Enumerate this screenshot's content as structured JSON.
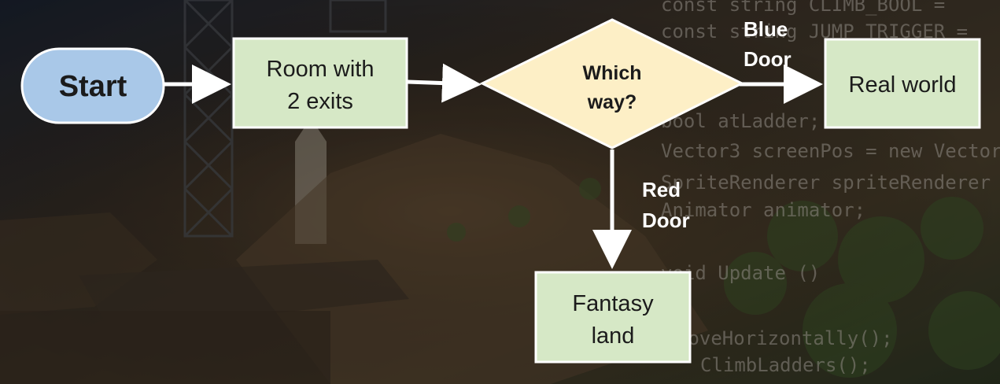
{
  "nodes": {
    "start": {
      "label": "Start",
      "color": "#a9c8e8"
    },
    "room": {
      "line1": "Room with",
      "line2": "2 exits",
      "color": "#d6e8c6"
    },
    "decision": {
      "line1": "Which",
      "line2": "way?",
      "color": "#fdefc6"
    },
    "real_world": {
      "label": "Real world",
      "color": "#d6e8c6"
    },
    "fantasy": {
      "line1": "Fantasy",
      "line2": "land",
      "color": "#d6e8c6"
    }
  },
  "edges": {
    "blue_door": {
      "line1": "Blue",
      "line2": "Door"
    },
    "red_door": {
      "line1": "Red",
      "line2": "Door"
    }
  },
  "background_code": [
    "const string CLIMB_BOOL =",
    "const string JUMP_TRIGGER =",
    "bool atLadder;",
    "Vector3 screenPos = new Vector",
    "SpriteRenderer spriteRenderer",
    "Animator animator;",
    "void Update ()",
    "MoveHorizontally();",
    "ClimbLadders();"
  ],
  "colors": {
    "arrow": "#ffffff",
    "stroke": "#ffffff",
    "code_keyword": "#b0403a"
  }
}
